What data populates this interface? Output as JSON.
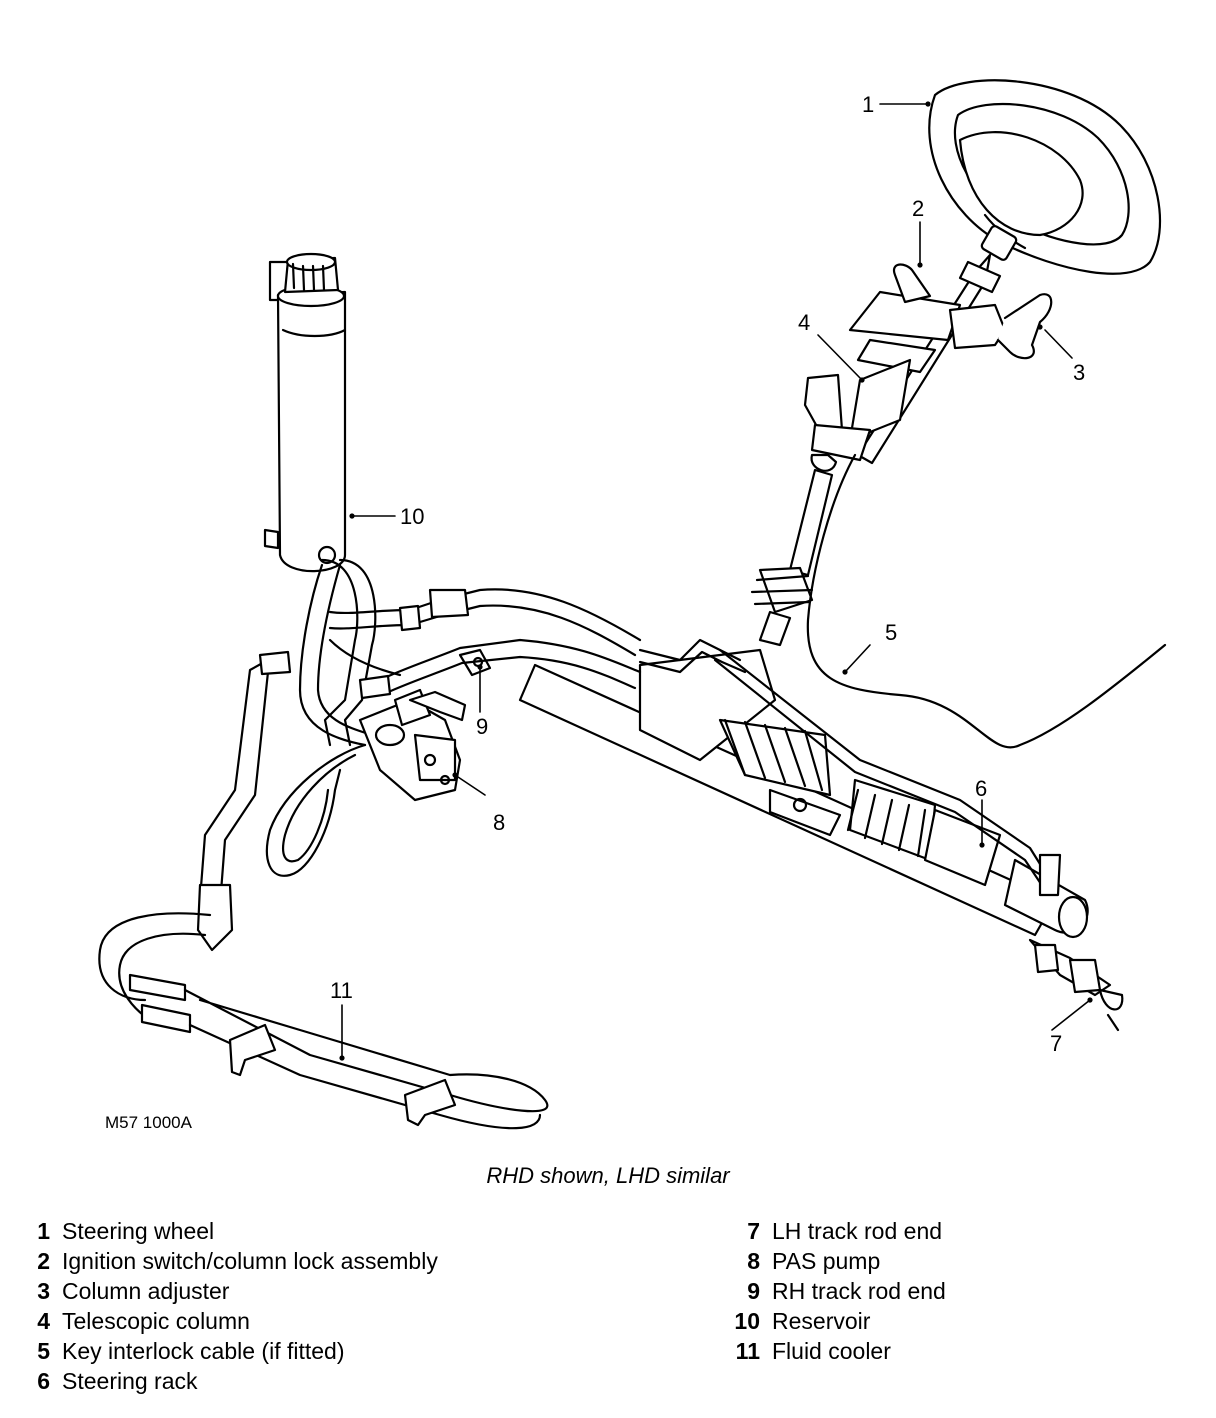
{
  "figure_ref": "M57 1000A",
  "caption": "RHD shown, LHD similar",
  "callouts": [
    "1",
    "2",
    "3",
    "4",
    "5",
    "6",
    "7",
    "8",
    "9",
    "10",
    "11"
  ],
  "legend_left": [
    {
      "num": "1",
      "label": "Steering wheel"
    },
    {
      "num": "2",
      "label": "Ignition switch/column lock assembly"
    },
    {
      "num": "3",
      "label": "Column adjuster"
    },
    {
      "num": "4",
      "label": "Telescopic column"
    },
    {
      "num": "5",
      "label": "Key interlock cable (if fitted)"
    },
    {
      "num": "6",
      "label": "Steering rack"
    }
  ],
  "legend_right": [
    {
      "num": "7",
      "label": "LH track rod end"
    },
    {
      "num": "8",
      "label": "PAS pump"
    },
    {
      "num": "9",
      "label": "RH track rod end"
    },
    {
      "num": "10",
      "label": "Reservoir"
    },
    {
      "num": "11",
      "label": "Fluid cooler"
    }
  ],
  "colors": {
    "ink": "#000000",
    "background": "#ffffff",
    "part_fill": "#ffffff"
  }
}
